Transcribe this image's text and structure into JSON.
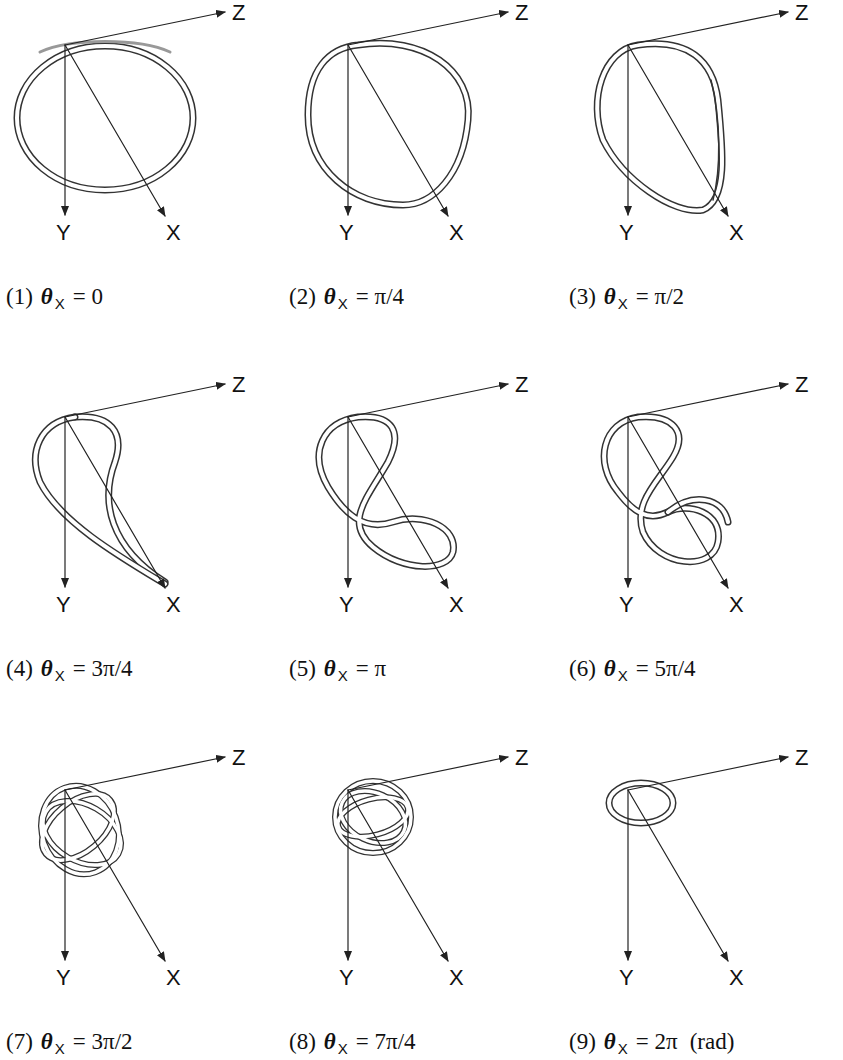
{
  "diagram": {
    "labels": [
      "Z",
      "Y",
      "X",
      "(1)",
      "θ",
      "X",
      "= 0",
      "Z",
      "Y",
      "X",
      "(2)",
      "θ",
      "X",
      "= π/4",
      "Z",
      "Y",
      "X",
      "(3)",
      "θ",
      "X",
      "= π/2",
      "Z",
      "Y",
      "X",
      "(4)",
      "θ",
      "X",
      "= 3π/4",
      "Z",
      "Y",
      "X",
      "(5)",
      "θ",
      "X",
      "= π",
      "Z",
      "Y",
      "X",
      "(6)",
      "θ",
      "X",
      "= 5π/4",
      "Z",
      "Y",
      "X",
      "(7)",
      "θ",
      "X",
      "= 3π/2",
      "Z",
      "Y",
      "X",
      "(8)",
      "θ",
      "X",
      "= 7π/4",
      "Z",
      "Y",
      "X",
      "(9)",
      "θ",
      "X",
      "= 2π",
      "(rad)"
    ]
  }
}
